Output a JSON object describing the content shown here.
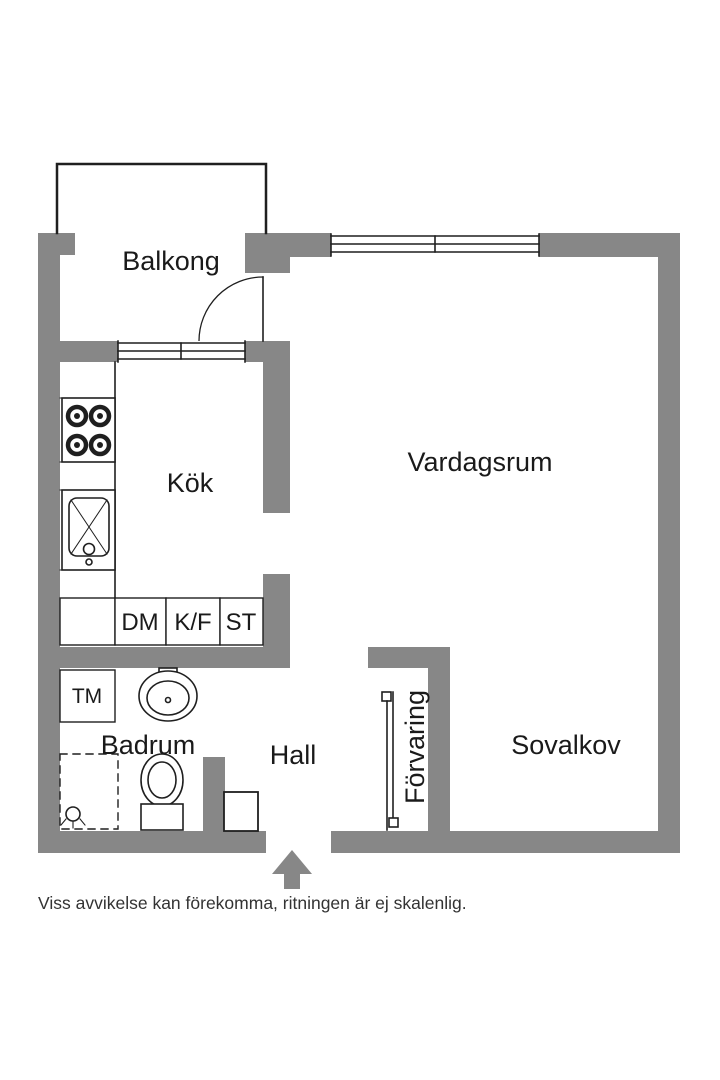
{
  "page": {
    "disclaimer": "Viss avvikelse kan förekomma, ritningen är ej skalenlig."
  },
  "colors": {
    "wall": "#878787",
    "ink": "#1f1f1f",
    "text": "#1a1a1a",
    "caption": "#333333"
  },
  "rooms": {
    "balkong": {
      "label": "Balkong"
    },
    "kok": {
      "label": "Kök"
    },
    "vardagsrum": {
      "label": "Vardagsrum"
    },
    "badrum": {
      "label": "Badrum"
    },
    "hall": {
      "label": "Hall"
    },
    "forvaring": {
      "label": "Förvaring"
    },
    "sovalkov": {
      "label": "Sovalkov"
    }
  },
  "appliances": {
    "dishwasher": {
      "label": "DM"
    },
    "fridge_freezer": {
      "label": "K/F"
    },
    "tall_cabinet": {
      "label": "ST"
    },
    "washing_machine": {
      "label": "TM"
    }
  }
}
